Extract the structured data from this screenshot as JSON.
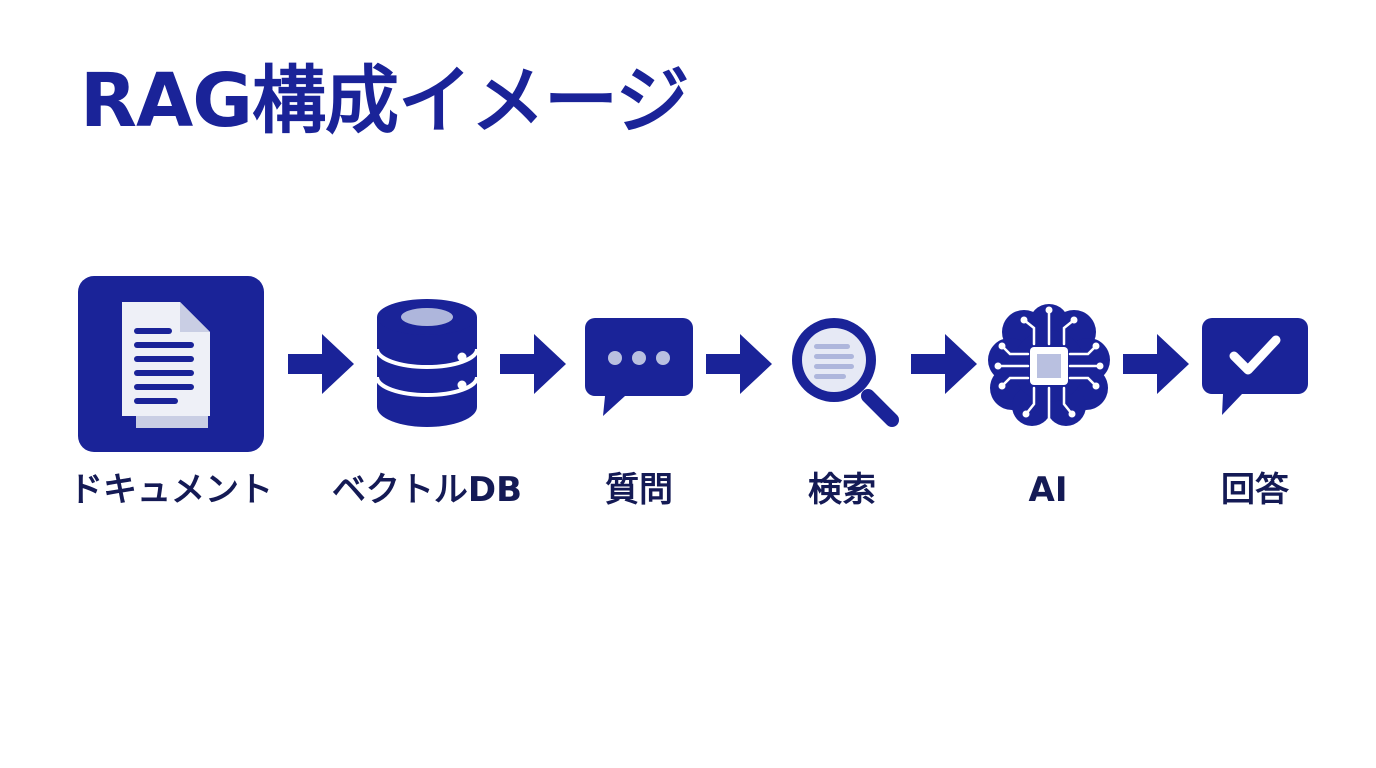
{
  "title": "RAG構成イメージ",
  "colors": {
    "primary": "#1a2398",
    "light": "#e9ebf3",
    "accent": "#b9c0e0",
    "label": "#141a55"
  },
  "steps": [
    {
      "label": "ドキュメント",
      "icon": "document-icon"
    },
    {
      "label": "ベクトルDB",
      "icon": "database-icon"
    },
    {
      "label": "質問",
      "icon": "chat-bubble-icon"
    },
    {
      "label": "検索",
      "icon": "magnifier-icon"
    },
    {
      "label": "AI",
      "icon": "ai-brain-chip-icon"
    },
    {
      "label": "回答",
      "icon": "answer-check-icon"
    }
  ]
}
